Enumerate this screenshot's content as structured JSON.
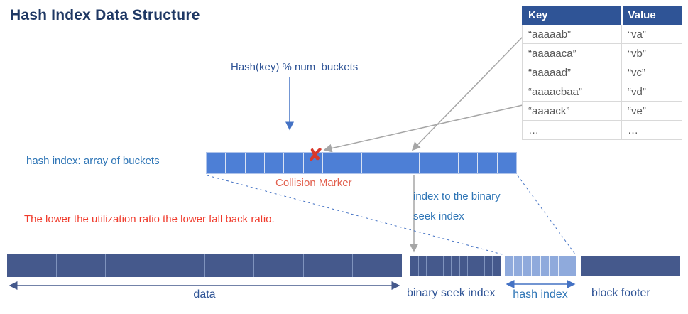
{
  "title": "Hash Index Data Structure",
  "table": {
    "headers": [
      "Key",
      "Value"
    ],
    "rows": [
      {
        "key": "“aaaaab”",
        "value": "“va”"
      },
      {
        "key": "“aaaaaca”",
        "value": "“vb”"
      },
      {
        "key": "“aaaaad”",
        "value": "“vc”"
      },
      {
        "key": "“aaaacbaa”",
        "value": "“vd”"
      },
      {
        "key": "“aaaack”",
        "value": "“ve”"
      },
      {
        "key": "…",
        "value": "…"
      }
    ]
  },
  "annotations": {
    "hash_formula": "Hash(key) % num_buckets",
    "array_label": "hash index: array of buckets",
    "collision_x": "✘",
    "collision_label": "Collision Marker",
    "index_note": "index to the binary seek index",
    "utilization_note": "The lower the utilization ratio the lower fall back ratio."
  },
  "bottom_labels": {
    "data": "data",
    "binary_seek": "binary seek index",
    "hash_index": "hash index",
    "block_footer": "block footer"
  },
  "structure": {
    "bucket_cells": 16,
    "data_cells": 8,
    "binary_seek_cells": 11,
    "hash_index_cells": 8,
    "collision_cell_index": 5
  },
  "colors": {
    "title_navy": "#1f3864",
    "label_blue": "#2e75b6",
    "deep_blue": "#2f5496",
    "bucket_fill": "#4d7fd6",
    "dark_block_fill": "#45598c",
    "light_block_fill": "#8faadc",
    "collision_red": "#d9392c",
    "note_red": "#f03b2c",
    "connector_gray": "#a6a6a6",
    "arrow_blue": "#4472c4"
  }
}
